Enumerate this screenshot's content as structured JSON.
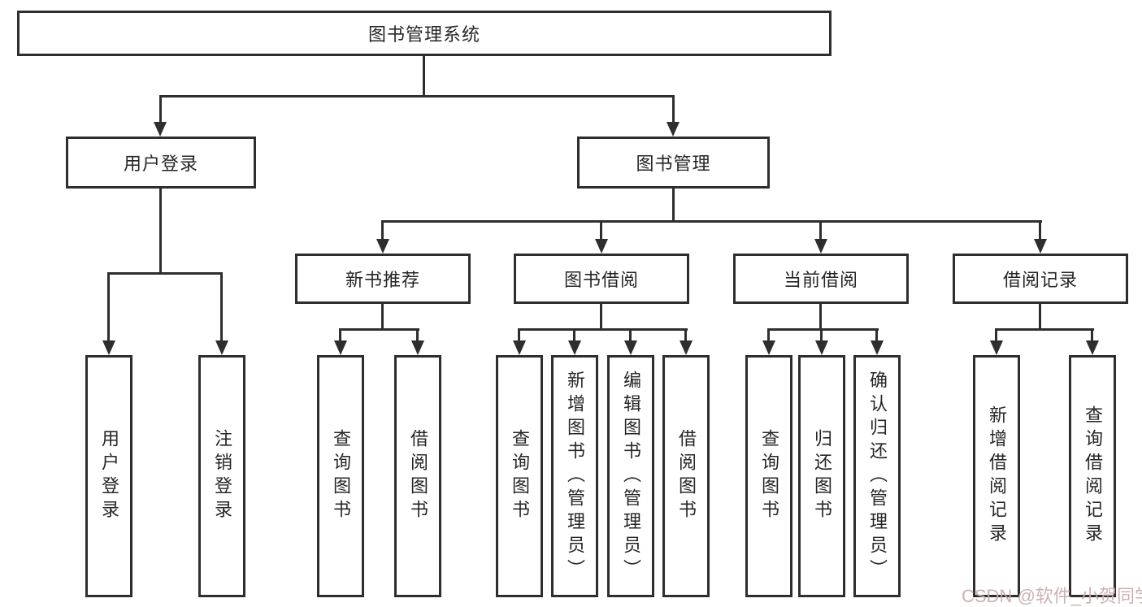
{
  "diagram": {
    "title": "图书管理系统",
    "tree": {
      "label": "图书管理系统",
      "children": [
        {
          "label": "用户登录",
          "children": [
            {
              "label": "用户登录"
            },
            {
              "label": "注销登录"
            }
          ]
        },
        {
          "label": "图书管理",
          "children": [
            {
              "label": "新书推荐",
              "children": [
                {
                  "label": "查询图书"
                },
                {
                  "label": "借阅图书"
                }
              ]
            },
            {
              "label": "图书借阅",
              "children": [
                {
                  "label": "查询图书"
                },
                {
                  "label": "新增图书（管理员）"
                },
                {
                  "label": "编辑图书（管理员）"
                },
                {
                  "label": "借阅图书"
                }
              ]
            },
            {
              "label": "当前借阅",
              "children": [
                {
                  "label": "查询图书"
                },
                {
                  "label": "归还图书"
                },
                {
                  "label": "确认归还（管理员）"
                }
              ]
            },
            {
              "label": "借阅记录",
              "children": [
                {
                  "label": "新增借阅记录"
                },
                {
                  "label": "查询借阅记录"
                }
              ]
            }
          ]
        }
      ]
    },
    "colors": {
      "line": "#2e2e2e",
      "box_border": "#2e2e2e",
      "text": "#262626",
      "background": "#ffffff",
      "watermark": "#c9adad"
    }
  },
  "watermark": {
    "text": "CSDN @软件_小贺同学"
  }
}
